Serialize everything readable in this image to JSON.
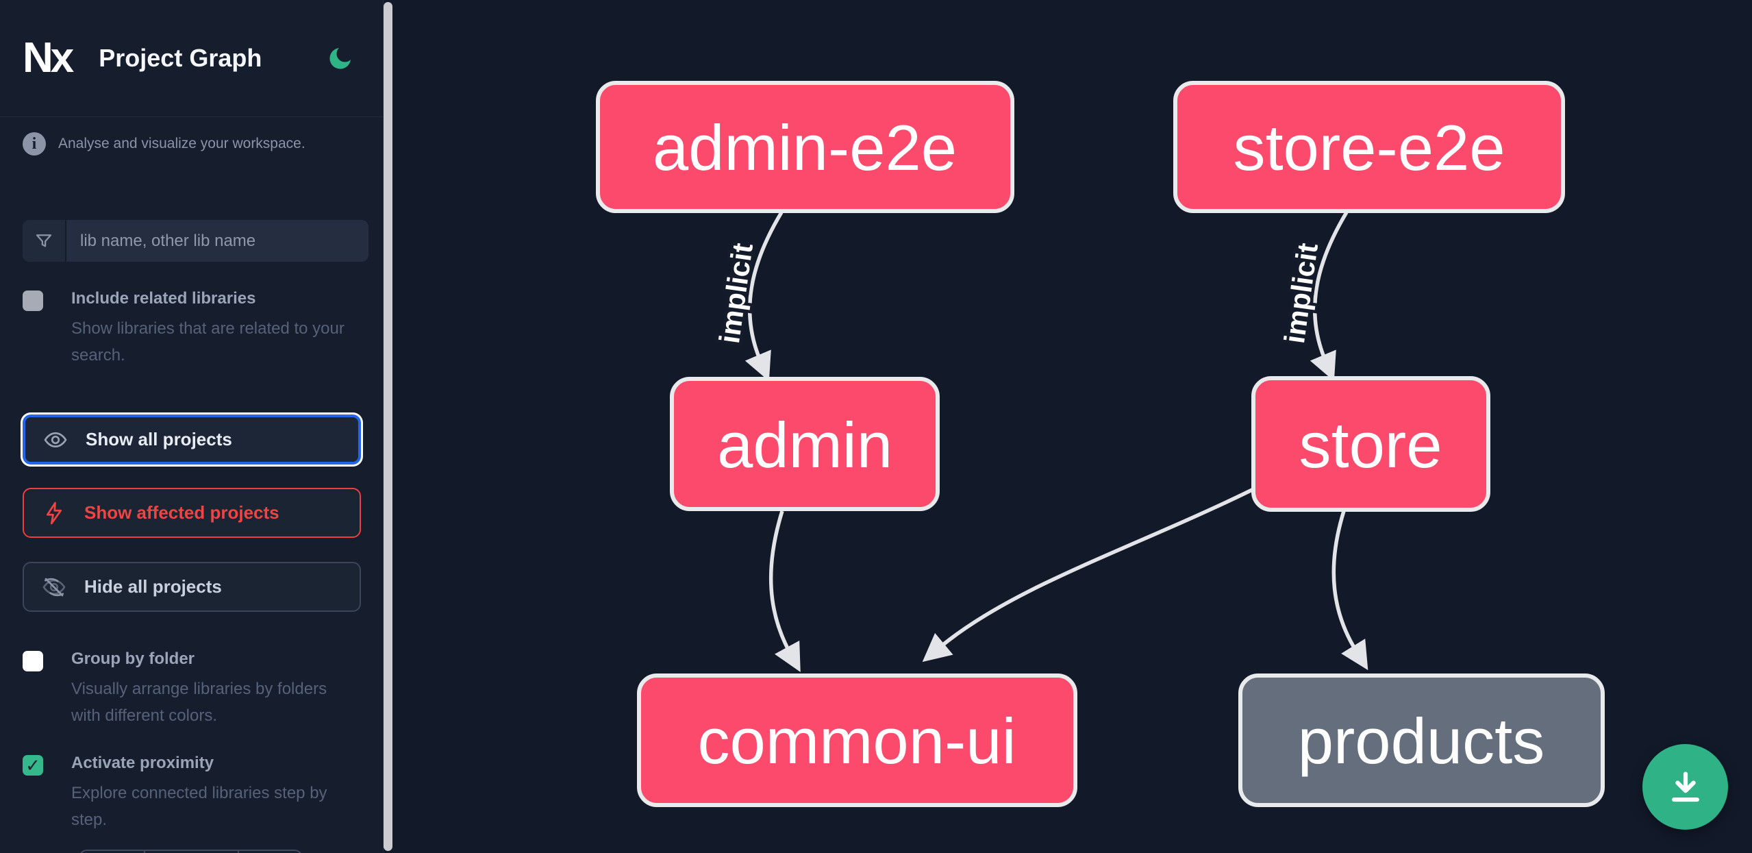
{
  "header": {
    "logo_text": "Nx",
    "title": "Project Graph"
  },
  "sidebar": {
    "tagline": "Analyse and visualize your workspace.",
    "search": {
      "placeholder": "lib name, other lib name",
      "value": ""
    },
    "options": [
      {
        "id": "include-related",
        "label": "Include related libraries",
        "description": "Show libraries that are related to your search.",
        "checked": false
      },
      {
        "id": "group-by-folder",
        "label": "Group by folder",
        "description": "Visually arrange libraries by folders with different colors.",
        "checked": false
      },
      {
        "id": "activate-proximity",
        "label": "Activate proximity",
        "description": "Explore connected libraries step by step.",
        "checked": true
      }
    ],
    "actions": [
      {
        "id": "show-all",
        "label": "Show all projects",
        "icon": "eye-icon",
        "state": "focused"
      },
      {
        "id": "show-affected",
        "label": "Show affected projects",
        "icon": "bolt-icon",
        "state": "danger"
      },
      {
        "id": "hide-all",
        "label": "Hide all projects",
        "icon": "eye-off-icon",
        "state": "default"
      }
    ]
  },
  "graph": {
    "nodes": [
      {
        "id": "admin-e2e",
        "label": "admin-e2e",
        "color": "pink"
      },
      {
        "id": "store-e2e",
        "label": "store-e2e",
        "color": "pink"
      },
      {
        "id": "admin",
        "label": "admin",
        "color": "pink"
      },
      {
        "id": "store",
        "label": "store",
        "color": "pink"
      },
      {
        "id": "common-ui",
        "label": "common-ui",
        "color": "pink"
      },
      {
        "id": "products",
        "label": "products",
        "color": "gray"
      }
    ],
    "edges": [
      {
        "source": "admin-e2e",
        "target": "admin",
        "label": "implicit"
      },
      {
        "source": "store-e2e",
        "target": "store",
        "label": "implicit"
      },
      {
        "source": "admin",
        "target": "common-ui",
        "label": ""
      },
      {
        "source": "store",
        "target": "common-ui",
        "label": ""
      },
      {
        "source": "store",
        "target": "products",
        "label": ""
      }
    ]
  },
  "fab": {
    "icon": "download-icon"
  },
  "colors": {
    "node_pink": "#fb4a6c",
    "node_gray": "#646e7d",
    "accent_teal": "#2fb286",
    "focus_blue": "#2265e8",
    "danger_red": "#ef4444",
    "canvas_bg": "#121929",
    "sidebar_bg": "#161d2d"
  }
}
